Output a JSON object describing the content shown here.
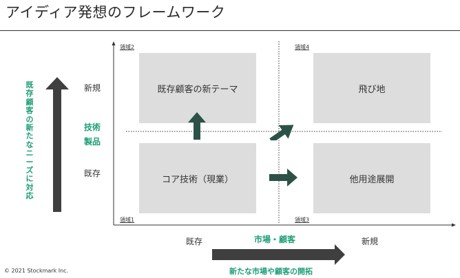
{
  "title": "アイディア発想のフレームワーク",
  "left_caption": "既存顧客の新たなニーズに対応",
  "y_axis": {
    "top_label": "新規",
    "bottom_label": "既存",
    "name_line1": "技術",
    "name_line2": "製品"
  },
  "x_axis": {
    "left_label": "既存",
    "right_label": "新規",
    "name": "市場・顧客"
  },
  "bottom_caption": "新たな市場や顧客の開拓",
  "quadrants": {
    "q1": {
      "label": "コア技術（現業）",
      "ref": "領域1"
    },
    "q2": {
      "label": "既存顧客の新テーマ",
      "ref": "領域2"
    },
    "q3": {
      "label": "他用途展開",
      "ref": "領域3"
    },
    "q4": {
      "label": "飛び地",
      "ref": "領域4"
    }
  },
  "copyright": "© 2021 Stockmark Inc.",
  "colors": {
    "accent_green": "#1f9e78",
    "arrow_dark": "#3f3f3f",
    "small_arrow": "#2c5248",
    "box_fill": "#dddddd"
  }
}
